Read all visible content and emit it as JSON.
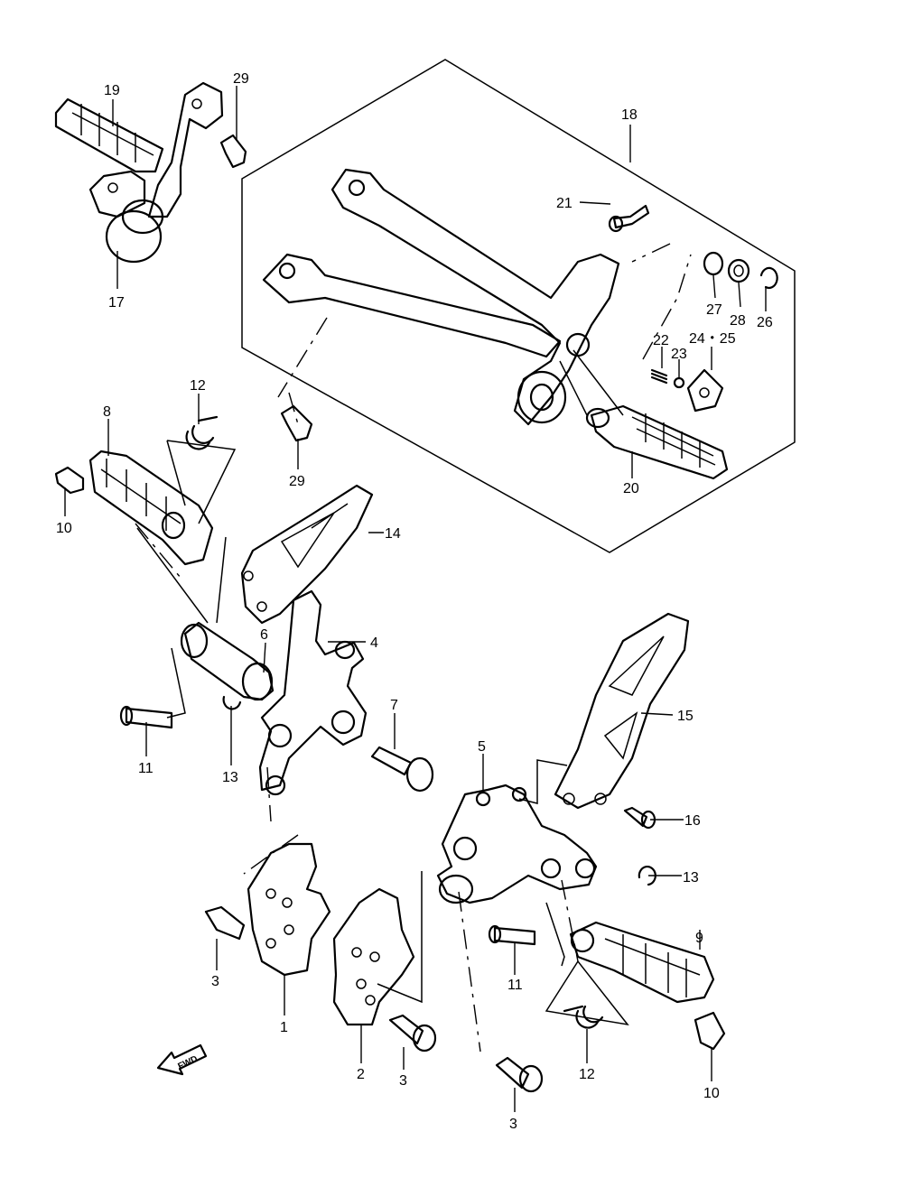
{
  "callouts": {
    "c1": "1",
    "c2": "2",
    "c3a": "3",
    "c3b": "3",
    "c3c": "3",
    "c4": "4",
    "c5": "5",
    "c6": "6",
    "c7": "7",
    "c8": "8",
    "c9": "9",
    "c10a": "10",
    "c10b": "10",
    "c11a": "11",
    "c11b": "11",
    "c12a": "12",
    "c12b": "12",
    "c13a": "13",
    "c13b": "13",
    "c14": "14",
    "c15": "15",
    "c16": "16",
    "c17": "17",
    "c18": "18",
    "c19": "19",
    "c20": "20",
    "c21": "21",
    "c22": "22",
    "c23": "23",
    "c2425": "24・25",
    "c26": "26",
    "c27": "27",
    "c28": "28",
    "c29a": "29",
    "c29b": "29"
  },
  "fwd_label": "FWD"
}
